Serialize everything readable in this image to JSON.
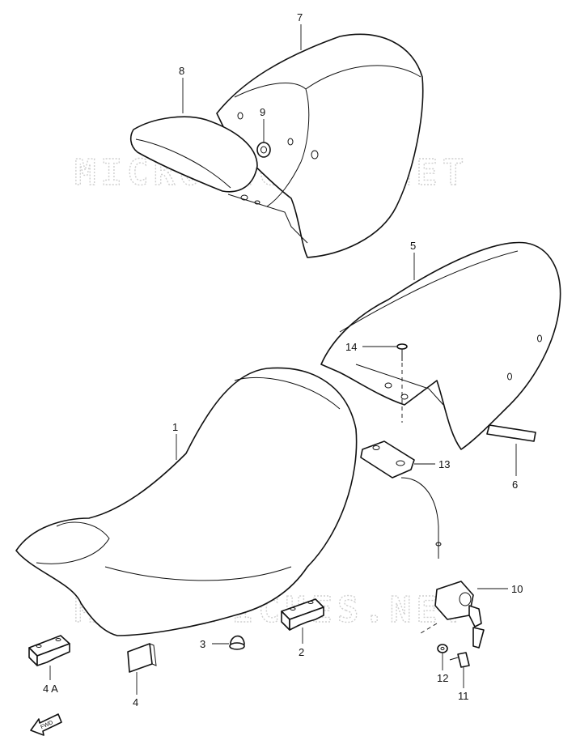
{
  "watermark": {
    "text": "MICROFICHES.NET"
  },
  "callouts": [
    {
      "id": "7",
      "text": "7"
    },
    {
      "id": "8",
      "text": "8"
    },
    {
      "id": "9",
      "text": "9"
    },
    {
      "id": "5",
      "text": "5"
    },
    {
      "id": "14",
      "text": "14"
    },
    {
      "id": "1",
      "text": "1"
    },
    {
      "id": "13",
      "text": "13"
    },
    {
      "id": "6",
      "text": "6"
    },
    {
      "id": "10",
      "text": "10"
    },
    {
      "id": "3",
      "text": "3"
    },
    {
      "id": "2",
      "text": "2"
    },
    {
      "id": "4A",
      "text": "4 A"
    },
    {
      "id": "4",
      "text": "4"
    },
    {
      "id": "12",
      "text": "12"
    },
    {
      "id": "11",
      "text": "11"
    }
  ],
  "fwd_label": "FWD"
}
